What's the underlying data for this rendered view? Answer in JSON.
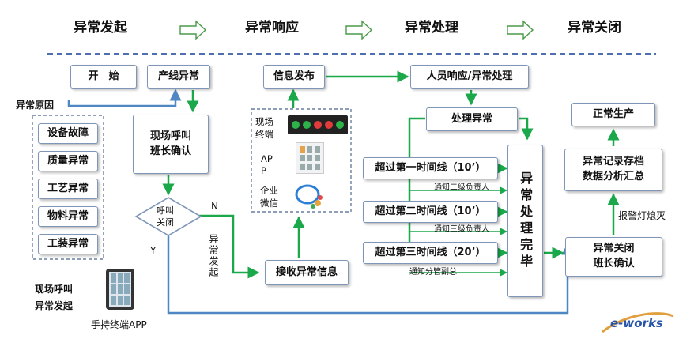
{
  "phases": [
    "异常发起",
    "异常响应",
    "异常处理",
    "异常关闭"
  ],
  "boxes": {
    "start": "开　始",
    "line_exception": "产线异常",
    "onsite_call": "现场呼叫\n班长确认",
    "call_close": "呼叫\n关闭",
    "receive_info": "接收异常信息",
    "info_publish": "信息发布",
    "staff_response": "人员响应/异常处理",
    "handle_exception": "处理异常",
    "over_line_1": "超过第一时间线（10’）",
    "over_line_2": "超过第二时间线（10’）",
    "over_line_3": "超过第三时间线（20’）",
    "handling_done": "异常处理完毕",
    "close_confirm": "异常关闭\n班长确认",
    "record_archive": "异常记录存档\n数据分析汇总",
    "normal_production": "正常生产"
  },
  "causes_title": "异常原因",
  "causes": [
    "设备故障",
    "质量异常",
    "工艺异常",
    "物料异常",
    "工装异常"
  ],
  "channels": {
    "onsite_terminal": "现场\n终端",
    "app": "AP\nP",
    "wecom": "企业\n微信"
  },
  "labels": {
    "n": "N",
    "y": "Y",
    "exception_raised": "异常发起",
    "notify_level2": "通知二级负责人",
    "notify_level3": "通知三级负责人",
    "notify_vp": "通知分管副总",
    "alarm_off": "报警灯熄灭",
    "onsite_call_raise": "现场呼叫\n异常发起",
    "handheld_app": "手持终端APP"
  },
  "watermark": "e-works",
  "colors": {
    "flow": "#1aa84a",
    "feedback": "#4f87c4",
    "box_border": "#7f96b8"
  }
}
